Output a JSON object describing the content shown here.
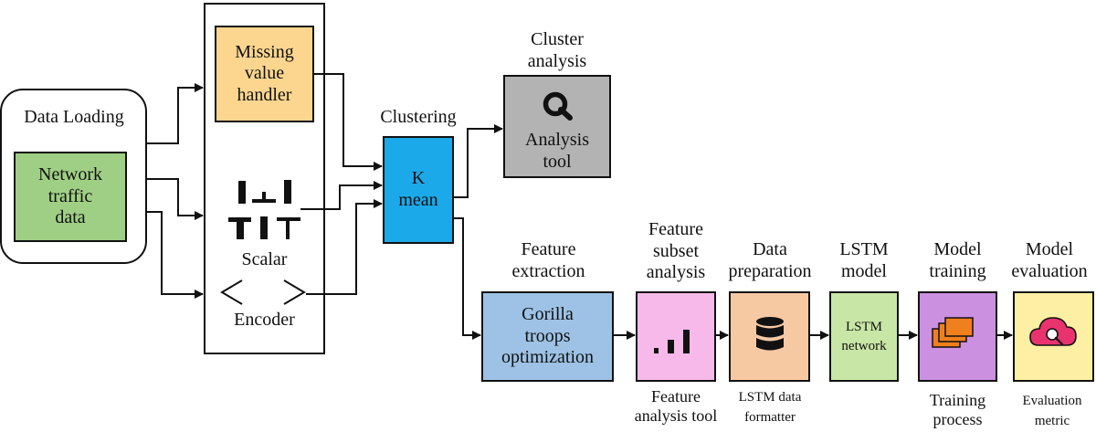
{
  "data_loading": {
    "title": "Data Loading",
    "box_lines": [
      "Network",
      "traffic",
      "data"
    ]
  },
  "preprocessing": {
    "missing_value_lines": [
      "Missing",
      "value",
      "handler"
    ],
    "scalar_label": "Scalar",
    "encoder_label": "Encoder"
  },
  "clustering": {
    "title": "Clustering",
    "box_lines": [
      "K",
      "mean"
    ]
  },
  "cluster_analysis": {
    "title_lines": [
      "Cluster",
      "analysis"
    ],
    "box_lines": [
      "Analysis",
      "tool"
    ]
  },
  "feature_extraction": {
    "title_lines": [
      "Feature",
      "extraction"
    ],
    "box_lines": [
      "Gorilla",
      "troops",
      "optimization"
    ]
  },
  "feature_subset": {
    "title_lines": [
      "Feature",
      "subset",
      "analysis"
    ],
    "caption_lines": [
      "Feature",
      "analysis tool"
    ]
  },
  "data_preparation": {
    "title_lines": [
      "Data",
      "preparation"
    ],
    "caption_lines": [
      "LSTM data",
      "formatter"
    ]
  },
  "lstm_model": {
    "title_lines": [
      "LSTM",
      "model"
    ],
    "box_lines": [
      "LSTM",
      "network"
    ]
  },
  "model_training": {
    "title_lines": [
      "Model",
      "training"
    ],
    "caption_lines": [
      "Training",
      "process"
    ]
  },
  "model_evaluation": {
    "title_lines": [
      "Model",
      "evaluation"
    ],
    "caption_lines": [
      "Evaluation",
      "metric"
    ]
  },
  "colors": {
    "network_box": "#9fcf84",
    "missing_box": "#fcd68f",
    "kmean_box": "#1ba9ea",
    "analysis_box": "#b3b3b3",
    "gorilla_box": "#9dc2e5",
    "subset_box": "#f7b9ea",
    "prep_box": "#f7c9a3",
    "lstm_box": "#c8e6a5",
    "training_box": "#cc90e0",
    "eval_box": "#fdefa3",
    "training_icon": "#f0801e",
    "eval_icon": "#e8336f"
  }
}
